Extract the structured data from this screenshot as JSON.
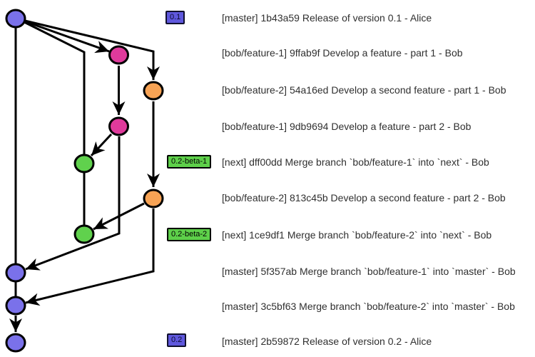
{
  "colors": {
    "background": "#ffffff",
    "edge": "#000000",
    "text": "#303030",
    "node_border": "#000000",
    "node_blue": "#7a71ea",
    "node_pink": "#df3a9b",
    "node_orange": "#f7a355",
    "node_green": "#60d14d",
    "tag_blue_fill": "#5f58dd",
    "tag_blue_border": "#10102e",
    "tag_blue_text": "#0a0a30",
    "tag_green_fill": "#5ed04a",
    "tag_green_border": "#000000",
    "tag_green_text": "#000000"
  },
  "tags": [
    {
      "label": "0.1",
      "style": "blue",
      "commit": "1b43a59"
    },
    {
      "label": "0.2-beta-1",
      "style": "green",
      "commit": "dff00dd"
    },
    {
      "label": "0.2-beta-2",
      "style": "green",
      "commit": "1ce9df1"
    },
    {
      "label": "0.2",
      "style": "blue",
      "commit": "2b59872"
    }
  ],
  "commits": [
    {
      "branch": "master",
      "hash": "1b43a59",
      "color": "blue",
      "tag": "0.1",
      "parents": [],
      "message": "[master] 1b43a59 Release of version 0.1 - Alice"
    },
    {
      "branch": "bob/feature-1",
      "hash": "9ffab9f",
      "color": "pink",
      "parents": [
        "1b43a59"
      ],
      "message": "[bob/feature-1] 9ffab9f Develop a feature - part 1 - Bob"
    },
    {
      "branch": "bob/feature-2",
      "hash": "54a16ed",
      "color": "orange",
      "parents": [
        "1b43a59"
      ],
      "message": "[bob/feature-2] 54a16ed Develop a second feature - part 1 - Bob"
    },
    {
      "branch": "bob/feature-1",
      "hash": "9db9694",
      "color": "pink",
      "parents": [
        "9ffab9f"
      ],
      "message": "[bob/feature-1] 9db9694 Develop a feature - part 2 - Bob"
    },
    {
      "branch": "next",
      "hash": "dff00dd",
      "color": "green",
      "tag": "0.2-beta-1",
      "parents": [
        "1b43a59",
        "9db9694"
      ],
      "message": "[next] dff00dd Merge branch `bob/feature-1` into `next` - Bob"
    },
    {
      "branch": "bob/feature-2",
      "hash": "813c45b",
      "color": "orange",
      "parents": [
        "54a16ed"
      ],
      "message": "[bob/feature-2] 813c45b Develop a second feature - part 2 - Bob"
    },
    {
      "branch": "next",
      "hash": "1ce9df1",
      "color": "green",
      "tag": "0.2-beta-2",
      "parents": [
        "dff00dd",
        "813c45b"
      ],
      "message": "[next] 1ce9df1 Merge branch `bob/feature-2` into `next` - Bob"
    },
    {
      "branch": "master",
      "hash": "5f357ab",
      "color": "blue",
      "parents": [
        "1b43a59",
        "9db9694"
      ],
      "message": "[master] 5f357ab Merge branch `bob/feature-1` into `master` - Bob"
    },
    {
      "branch": "master",
      "hash": "3c5bf63",
      "color": "blue",
      "parents": [
        "5f357ab",
        "813c45b"
      ],
      "message": "[master] 3c5bf63 Merge branch `bob/feature-2` into `master` - Bob"
    },
    {
      "branch": "master",
      "hash": "2b59872",
      "color": "blue",
      "tag": "0.2",
      "parents": [
        "3c5bf63"
      ],
      "message": "[master] 2b59872 Release of version 0.2 - Alice"
    }
  ]
}
